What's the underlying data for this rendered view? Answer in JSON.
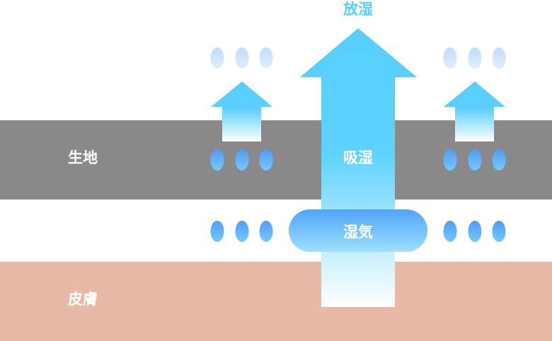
{
  "labels": {
    "fabric": "生地",
    "skin": "皮膚",
    "release": "放湿",
    "absorb": "吸湿",
    "moisture": "湿気"
  },
  "colors": {
    "fabric": "#898989",
    "skin": "#e8b9a7",
    "arrow_top": "#55cfff",
    "drop_blue": "#4fa3fb",
    "drop_light": "#c6e0fc"
  }
}
